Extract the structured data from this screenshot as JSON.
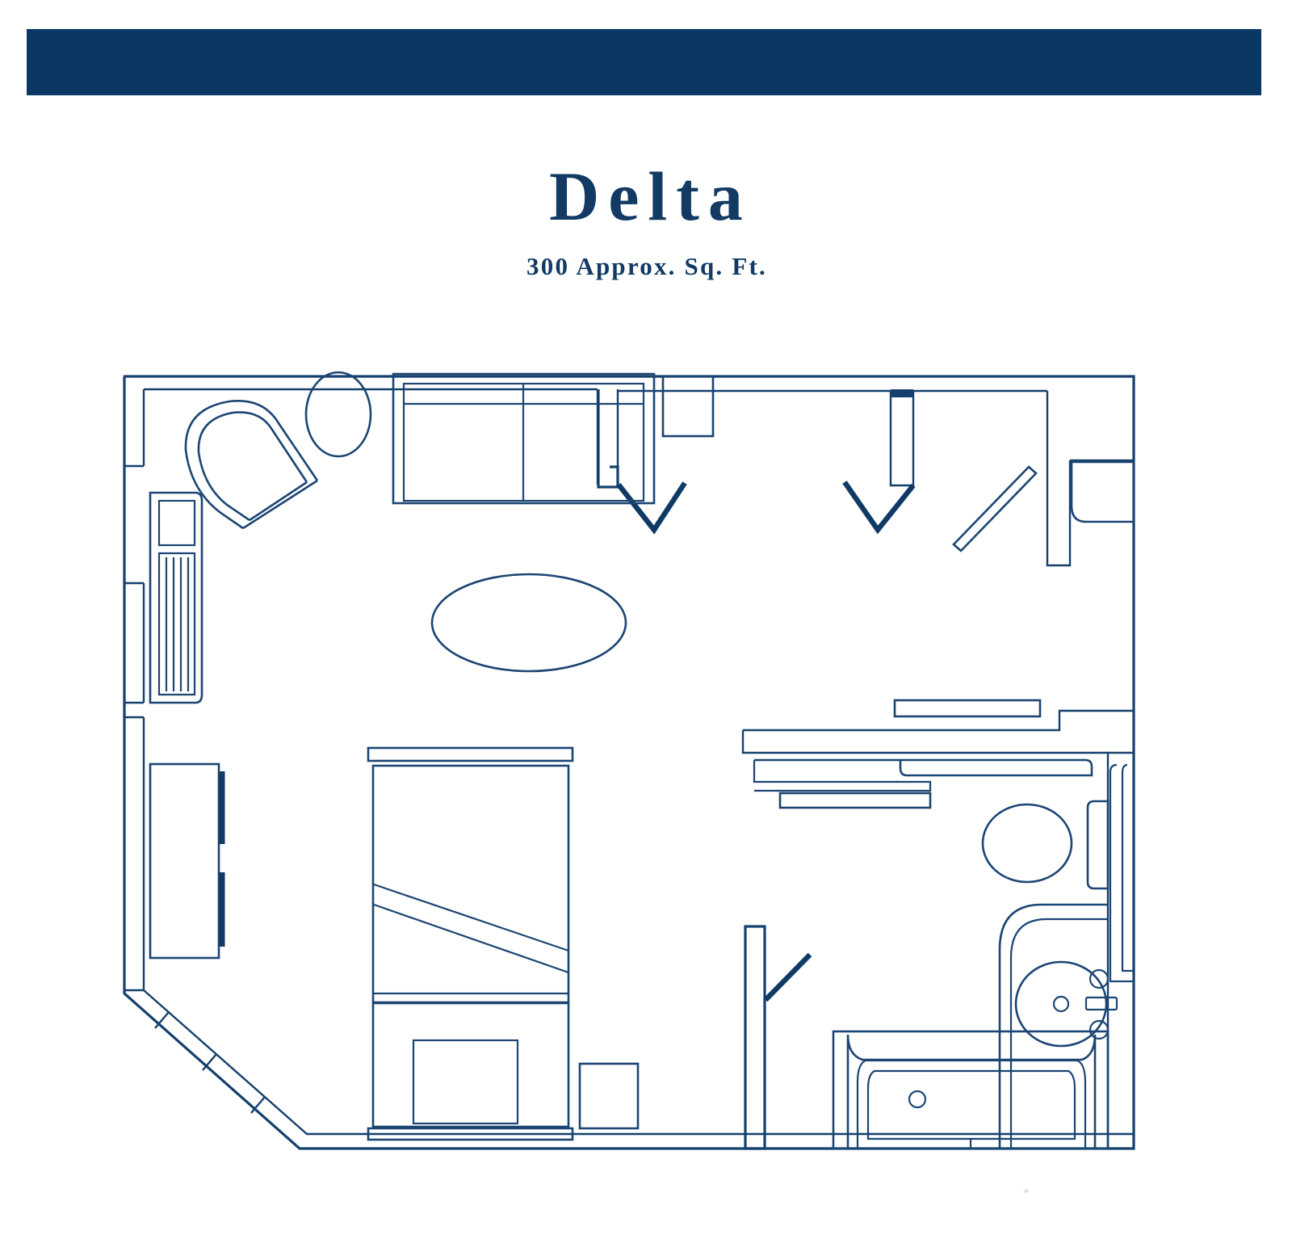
{
  "banner": {
    "color": "#0b3765",
    "label": ""
  },
  "header": {
    "title": "Delta",
    "subtitle": "300 Approx. Sq. Ft.",
    "title_color": "#123a63"
  },
  "floorplan": {
    "line_color": "#14406e",
    "background": "#ffffff",
    "rooms": [
      {
        "name": "guest-room",
        "label": ""
      },
      {
        "name": "entry-foyer",
        "label": ""
      },
      {
        "name": "closet",
        "label": ""
      },
      {
        "name": "bathroom",
        "label": ""
      }
    ],
    "fixtures": [
      {
        "name": "armchair",
        "label": ""
      },
      {
        "name": "round-side-table",
        "label": ""
      },
      {
        "name": "sofa",
        "label": ""
      },
      {
        "name": "square-side-table",
        "label": ""
      },
      {
        "name": "oval-coffee-table",
        "label": ""
      },
      {
        "name": "fan-coil-unit",
        "label": ""
      },
      {
        "name": "dresser-credenza",
        "label": ""
      },
      {
        "name": "bed",
        "label": ""
      },
      {
        "name": "bench",
        "label": ""
      },
      {
        "name": "nightstand",
        "label": ""
      },
      {
        "name": "closet-bifold-door-left",
        "label": ""
      },
      {
        "name": "closet-bifold-door-right",
        "label": ""
      },
      {
        "name": "entry-door",
        "label": ""
      },
      {
        "name": "bathroom-door",
        "label": ""
      },
      {
        "name": "luggage-bench",
        "label": ""
      },
      {
        "name": "vanity-counter",
        "label": ""
      },
      {
        "name": "towel-shelf",
        "label": ""
      },
      {
        "name": "toilet",
        "label": ""
      },
      {
        "name": "sink-basin",
        "label": ""
      },
      {
        "name": "faucet",
        "label": ""
      },
      {
        "name": "bathtub",
        "label": ""
      },
      {
        "name": "tub-drain",
        "label": ""
      },
      {
        "name": "window-left-upper",
        "label": ""
      },
      {
        "name": "window-left-mid",
        "label": ""
      },
      {
        "name": "window-left-lower",
        "label": ""
      },
      {
        "name": "window-diagonal-a",
        "label": ""
      },
      {
        "name": "window-diagonal-b",
        "label": ""
      },
      {
        "name": "window-diagonal-c",
        "label": ""
      }
    ]
  }
}
